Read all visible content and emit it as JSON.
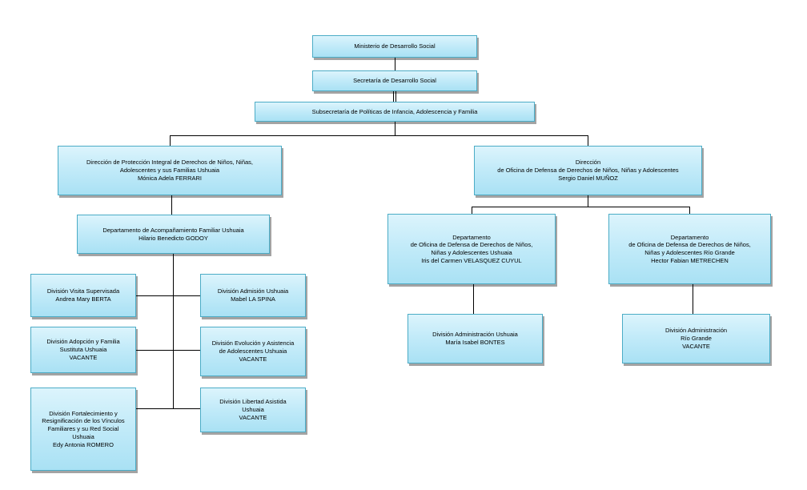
{
  "diagram": {
    "type": "org-chart",
    "language": "es",
    "colors": {
      "box_fill_top": "#dcf4fc",
      "box_fill_bottom": "#a9e1f4",
      "box_border": "#4bacc6",
      "box_shadow": "#a3a3a3",
      "connector": "#000000",
      "background": "#ffffff",
      "text": "#000000"
    },
    "nodes": {
      "ministerio": "Ministerio de Desarrollo Social",
      "secretaria": "Secretaría de Desarrollo Social",
      "subsecretaria": "Subsecretaría de Políticas de Infancia, Adolescencia y Familia",
      "direccion_proteccion": "Dirección de Protección Integral de Derechos de Niños, Niñas,\nAdolescentes y sus Familias Ushuaia\nMónica Adela FERRARI",
      "direccion_defensa": "Dirección\nde Oficina de Defensa de Derechos de Niños, Niñas y Adolescentes\nSergio Daniel MUÑOZ",
      "depto_acompanamiento": "Departamento  de Acompañamiento Familiar Ushuaia\nHilario Benedicto GODOY",
      "div_visita_supervisada": "División Visita Supervisada\nAndrea Mary BERTA",
      "div_admision": "División Admisión Ushuaia\nMabel LA SPINA",
      "div_adopcion": "División Adopción y Familia\nSustituta Ushuaia\nVACANTE",
      "div_evolucion": "División Evolución y Asistencia\nde Adolescentes Ushuaia\nVACANTE",
      "div_fortalecimiento": "División Fortalecimiento y\nResignificación de los Vínculos\nFamiliares y su Red Social\nUshuaia\nEdy Antonia ROMERO",
      "div_libertad": "División Libertad Asistida\nUshuaia\nVACANTE",
      "depto_defensa_ushuaia": "Departamento\nde Oficina de Defensa de Derechos de Niños,\nNiñas y Adolescentes Ushuaia\nIris del Carmen VELASQUEZ CUYUL",
      "depto_defensa_rio_grande": "Departamento\nde Oficina de Defensa de Derechos de Niños,\nNiñas y Adolescentes Río Grande\nHector Fabian METRECHEN",
      "div_admin_ushuaia": "División Administración Ushuaia\nMaría Isabel BONTES",
      "div_admin_rio_grande": "División Administración\nRío Grande\nVACANTE"
    }
  }
}
